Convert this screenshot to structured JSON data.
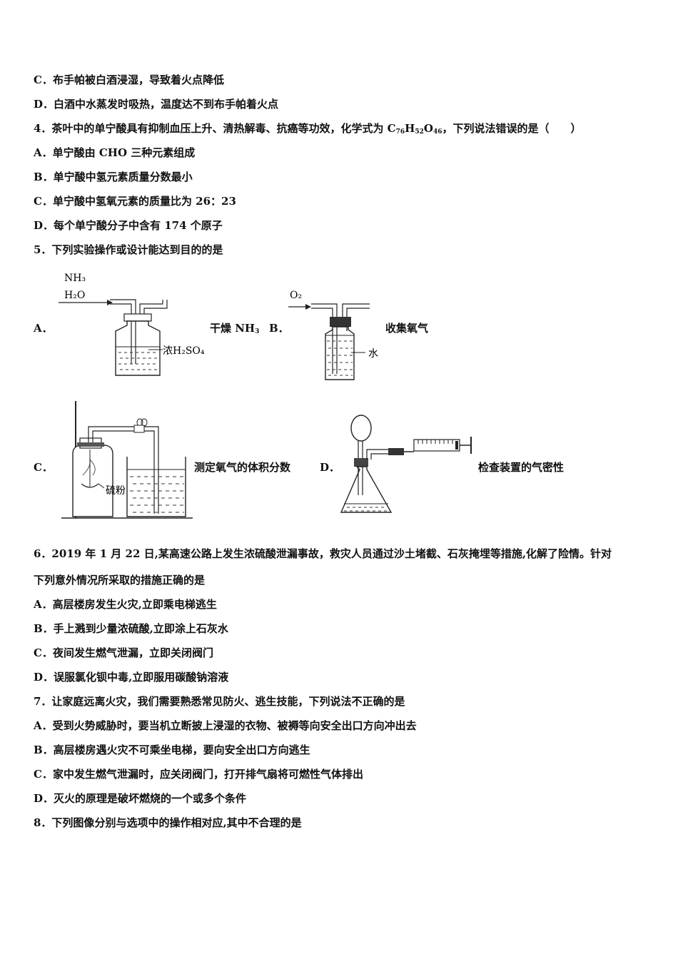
{
  "lines": {
    "l1": "C．布手帕被白酒浸湿，导致着火点降低",
    "l2": "D．白酒中水蒸发时吸热，温度达不到布手帕着火点",
    "q4_a": "4．茶叶中的单宁酸具有抑制血压上升、清热解毒、抗癌等功效，化学式为 C",
    "q4_s1": "76",
    "q4_h": "H",
    "q4_s2": "52",
    "q4_o": "O",
    "q4_s3": "46",
    "q4_b": "，下列说法错误的是（　　）",
    "q4A": "A．单宁酸由 CHO 三种元素组成",
    "q4B": "B．单宁酸中氢元素质量分数最小",
    "q4C": "C．单宁酸中氢氧元素的质量比为 26：23",
    "q4D": "D．每个单宁酸分子中含有 174 个原子",
    "q5": "5．下列实验操作或设计能达到目的的是",
    "q6a": "6．2019 年 1 月 22 日,某高速公路上发生浓硫酸泄漏事故，救灾人员通过沙土堵截、石灰掩埋等措施,化解了险情。针对",
    "q6b": "下列意外情况所采取的措施正确的是",
    "q6A": "A．高层楼房发生火灾,立即乘电梯逃生",
    "q6B": "B．手上溅到少量浓硫酸,立即涂上石灰水",
    "q6C": "C．夜间发生燃气泄漏，立即关闭阀门",
    "q6D": "D．误服氯化钡中毒,立即服用碳酸钠溶液",
    "q7": "7．让家庭远离火灾，我们需要熟悉常见防火、逃生技能，下列说法不正确的是",
    "q7A": "A．受到火势威胁时，要当机立断披上浸湿的衣物、被褥等向安全出口方向冲出去",
    "q7B": "B．高层楼房遇火灾不可乘坐电梯，要向安全出口方向逃生",
    "q7C": "C．家中发生燃气泄漏时，应关闭阀门，打开排气扇将可燃性气体排出",
    "q7D": "D．灭火的原理是破坏燃烧的一个或多个条件",
    "q8": "8．下列图像分别与选项中的操作相对应,其中不合理的是"
  },
  "options": {
    "A_letter": "A．",
    "A_text": "干燥 NH",
    "A_sub": "3",
    "B_letter": "B．",
    "B_text": "收集氧气",
    "C_letter": "C．",
    "C_text": "测定氧气的体积分数",
    "D_letter": "D．",
    "D_text": "检查装置的气密性"
  },
  "figures": {
    "A_nh3": "NH₃",
    "A_h2o": "H₂O",
    "A_acid": "浓H₂SO₄",
    "B_o2": "O₂",
    "B_water": "水",
    "C_sulfur": "硫粉"
  }
}
